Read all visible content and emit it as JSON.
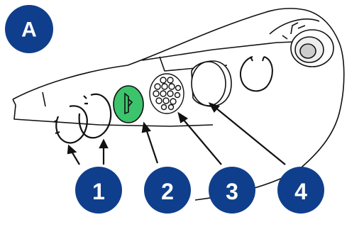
{
  "panel_label": "A",
  "callouts": [
    {
      "number": "1"
    },
    {
      "number": "2"
    },
    {
      "number": "3"
    },
    {
      "number": "4"
    }
  ],
  "colors": {
    "badge": "#0f3f8c",
    "highlight_part": "#3cc46c",
    "line": "#111111"
  },
  "icons": [
    "retaining-ring-icon",
    "valve-disc-icon",
    "filter-screen-icon",
    "filter-cup-icon",
    "housing-nozzle-icon"
  ]
}
